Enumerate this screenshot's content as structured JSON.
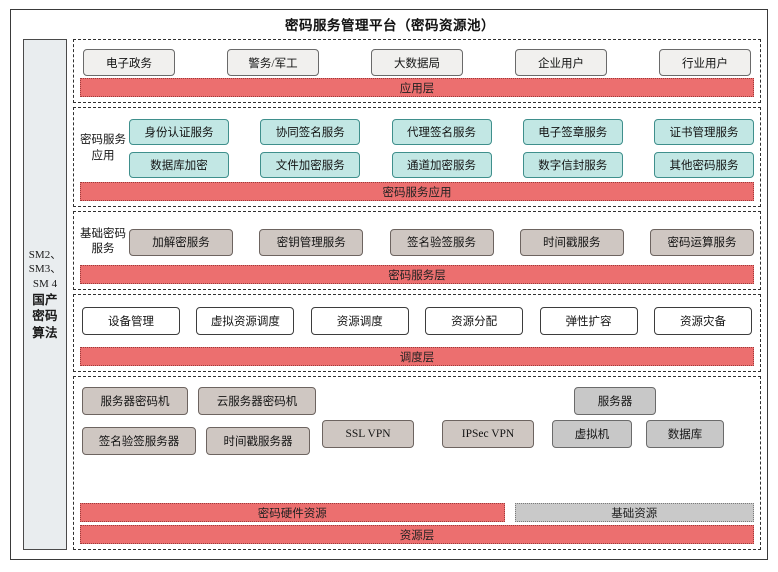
{
  "header": {
    "title": "密码服务管理平台（密码资源池）"
  },
  "sidebar": {
    "lines": [
      "SM2、",
      "SM3、",
      "SM 4"
    ],
    "bold_lines": [
      "国产",
      "密码",
      "算法"
    ]
  },
  "colors": {
    "band_red": "#ec6f6f",
    "band_gray": "#c9c9c9",
    "cyan_box": "#c2e7e4",
    "warm_box": "#cfc7c2",
    "gray_box": "#c8c8c8",
    "sidebar_bg": "#e9edef"
  },
  "sections": {
    "application": {
      "boxes": [
        "电子政务",
        "警务/军工",
        "大数据局",
        "企业用户",
        "行业用户"
      ],
      "band": "应用层"
    },
    "crypto_service_application": {
      "label": "密码服务应用",
      "row1": [
        "身份认证服务",
        "协同签名服务",
        "代理签名服务",
        "电子签章服务",
        "证书管理服务"
      ],
      "row2": [
        "数据库加密",
        "文件加密服务",
        "通道加密服务",
        "数字信封服务",
        "其他密码服务"
      ],
      "band": "密码服务应用"
    },
    "basic_crypto_service": {
      "label": "基础密码服务",
      "boxes": [
        "加解密服务",
        "密钥管理服务",
        "签名验签服务",
        "时间戳服务",
        "密码运算服务"
      ],
      "band": "密码服务层"
    },
    "scheduling": {
      "boxes": [
        "设备管理",
        "虚拟资源调度",
        "资源调度",
        "资源分配",
        "弹性扩容",
        "资源灾备"
      ],
      "band": "调度层"
    },
    "resources": {
      "crypto_hardware": [
        "服务器密码机",
        "云服务器密码机",
        "签名验签服务器",
        "时间戳服务器",
        "SSL VPN",
        "IPSec VPN"
      ],
      "infrastructure": [
        "服务器",
        "虚拟机",
        "数据库"
      ],
      "band_hardware": "密码硬件资源",
      "band_infrastructure": "基础资源",
      "band": "资源层"
    }
  }
}
